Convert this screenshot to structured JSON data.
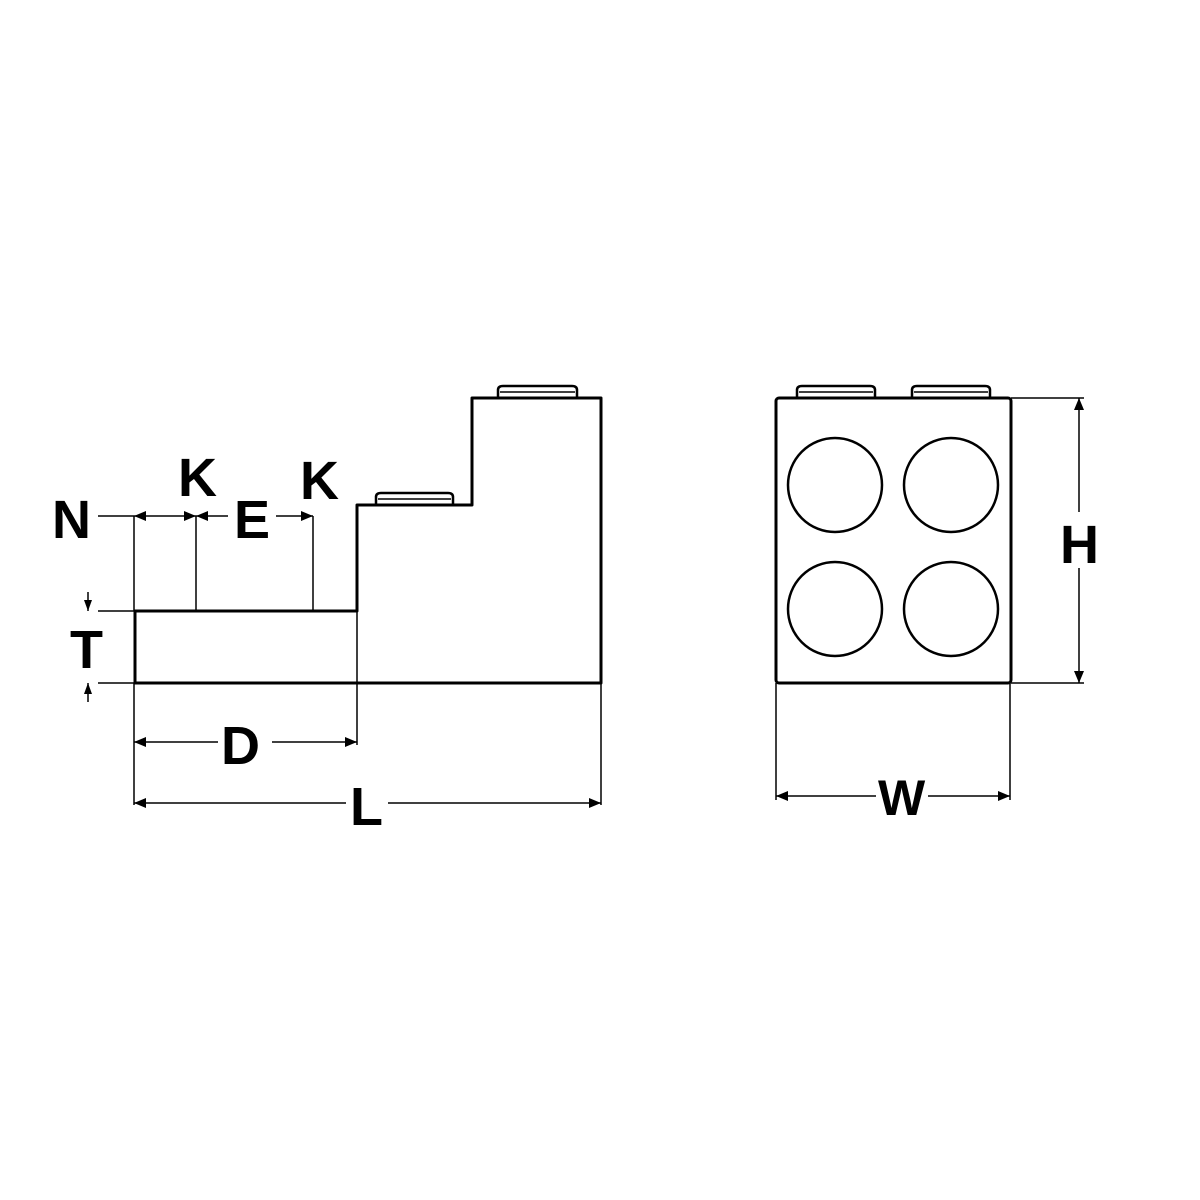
{
  "diagram": {
    "type": "technical-drawing",
    "subject": "two-hole stacked terminal lug",
    "views": {
      "side": {
        "name": "side view",
        "dimensions": {
          "N": "N",
          "K1": "K",
          "E": "E",
          "K2": "K",
          "T": "T",
          "D": "D",
          "L": "L"
        }
      },
      "front": {
        "name": "front view",
        "hole_count": 4,
        "dimensions": {
          "H": "H",
          "W": "W"
        }
      }
    },
    "colors": {
      "line": "#000000",
      "background": "#ffffff"
    }
  }
}
